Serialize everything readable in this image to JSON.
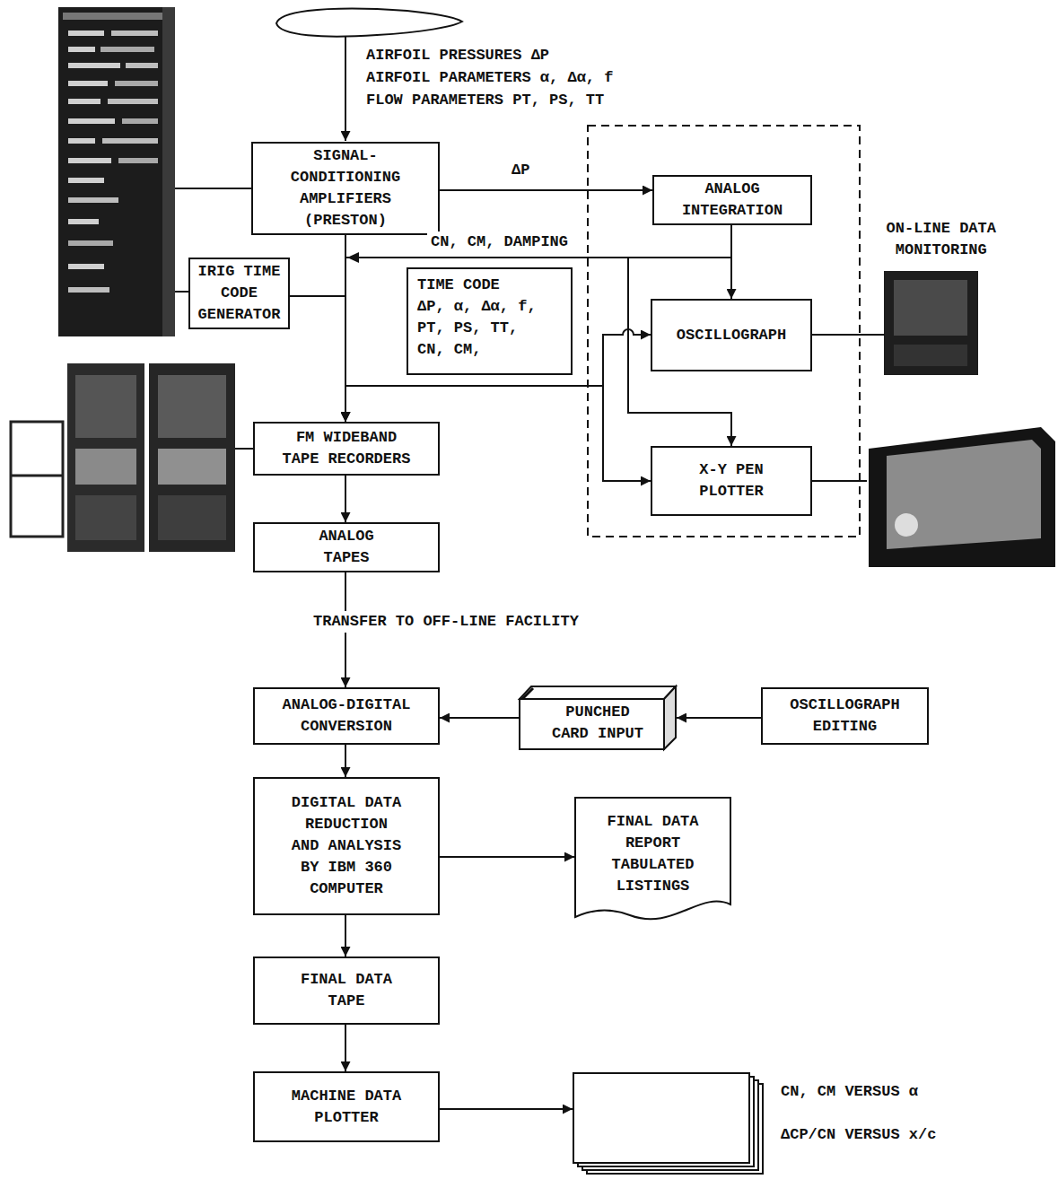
{
  "diagram": {
    "nodes": [
      {
        "text": [
          "SIGNAL-CONDITIONING AMPLIFIERS (PRESTON)"
        ]
      },
      {
        "text": [
          "ANALOG INTEGRATION"
        ]
      },
      {
        "text": [
          "IRIG TIME CODE GENERATOR"
        ]
      },
      {
        "text": [
          "TIME CODE",
          "ΔP, α, Δα, f, PT, PS, TT, CN, CM,"
        ]
      },
      {
        "text": [
          "OSCILLOGRAPH"
        ]
      },
      {
        "text": [
          "X-Y PEN PLOTTER"
        ]
      },
      {
        "text": [
          "FM WIDEBAND TAPE RECORDERS"
        ]
      },
      {
        "text": [
          "ANALOG TAPES"
        ]
      },
      {
        "text": [
          "ANALOG-DIGITAL CONVERSION"
        ]
      },
      {
        "text": [
          "PUNCHED CARD INPUT"
        ]
      },
      {
        "text": [
          "OSCILLOGRAPH EDITING"
        ]
      },
      {
        "text": [
          "DIGITAL DATA REDUCTION AND ANALYSIS BY IBM 360 COMPUTER"
        ]
      },
      {
        "text": [
          "FINAL DATA REPORT TABULATED LISTINGS"
        ]
      },
      {
        "text": [
          "FINAL DATA TAPE"
        ]
      },
      {
        "text": [
          "MACHINE DATA PLOTTER"
        ]
      },
      {
        "text": [
          "CN, CM VERSUS α",
          "ΔCP/CN VERSUS x/c"
        ]
      }
    ],
    "edges": [
      {
        "from": 0,
        "to": 1,
        "arrow": "to",
        "label": "ΔP"
      },
      {
        "from": 1,
        "to": 4,
        "arrow": "to"
      },
      {
        "from": 1,
        "to": 6,
        "arrow": "to",
        "label": "CN, CM, DAMPING"
      },
      {
        "from": 1,
        "to": 5,
        "arrow": "to"
      },
      {
        "from": 0,
        "to": 6,
        "arrow": "to"
      },
      {
        "from": 2,
        "to": 6,
        "arrow": "to"
      },
      {
        "from": 0,
        "to": 4,
        "arrow": "to"
      },
      {
        "from": 0,
        "to": 5,
        "arrow": "to"
      },
      {
        "from": 6,
        "to": 7,
        "arrow": "to"
      },
      {
        "from": 7,
        "to": 8,
        "arrow": "to",
        "label": "TRANSFER TO OFF-LINE FACILITY"
      },
      {
        "from": 10,
        "to": 9,
        "arrow": "to"
      },
      {
        "from": 9,
        "to": 8,
        "arrow": "to"
      },
      {
        "from": 8,
        "to": 11,
        "arrow": "to"
      },
      {
        "from": 11,
        "to": 12,
        "arrow": "to"
      },
      {
        "from": 11,
        "to": 13,
        "arrow": "to"
      },
      {
        "from": 13,
        "to": 14,
        "arrow": "to"
      },
      {
        "from": 14,
        "to": 15,
        "arrow": "to"
      }
    ],
    "labels": [
      "AIRFOIL PRESSURES ΔP",
      "AIRFOIL PARAMETERS α, Δα, f",
      "FLOW PARAMETERS PT, PS, TT",
      "ON-LINE DATA MONITORING"
    ]
  }
}
